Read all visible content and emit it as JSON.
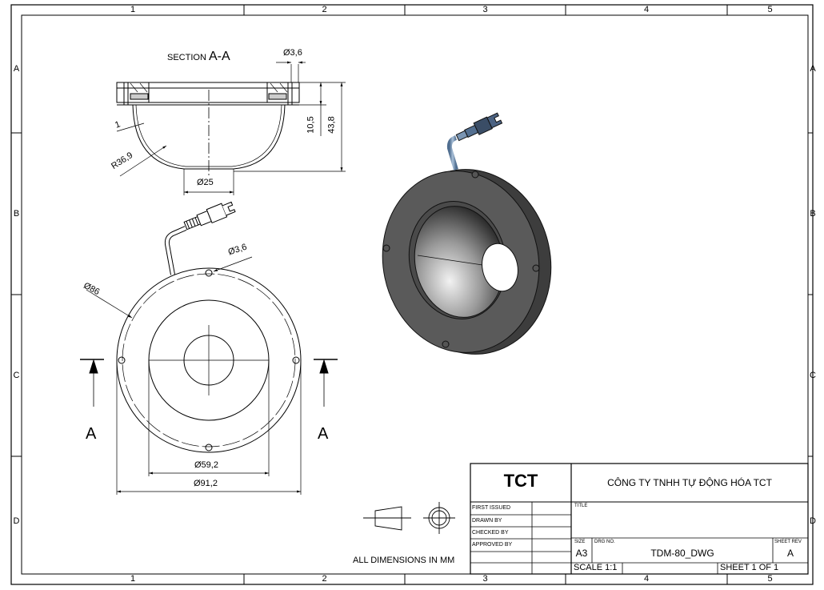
{
  "sheet": {
    "column_zones": [
      "1",
      "2",
      "3",
      "4",
      "5"
    ],
    "row_zones": [
      "A",
      "B",
      "C",
      "D"
    ]
  },
  "section_view": {
    "title_prefix": "SECTION",
    "title_name": "A-A",
    "dims": {
      "hole_dia": "Ø3,6",
      "wall_thickness": "1",
      "radius": "R36,9",
      "bottom_dia": "Ø25",
      "flange_height": "10,5",
      "total_height": "43,8"
    }
  },
  "front_view": {
    "dims": {
      "pcd_dia": "Ø86",
      "hole_dia": "Ø3,6",
      "inner_dia": "Ø59,2",
      "outer_dia": "Ø91,2"
    },
    "section_marker_left": "A",
    "section_marker_right": "A"
  },
  "isometric_view": {
    "body_color": "#5a5a5a",
    "cable_color": "#7a95b3"
  },
  "projection_note": "ALL DIMENSIONS IN MM",
  "title_block": {
    "logo": "TCT",
    "company": "CÔNG TY TNHH TỰ ĐỘNG HÓA TCT",
    "rows": [
      "FIRST ISSUED",
      "DRAWN BY",
      "CHECKED BY",
      "APPROVED BY"
    ],
    "title_label": "TITLE",
    "size_label": "SIZE",
    "size_value": "A3",
    "drg_label": "DRG NO.",
    "drg_value": "TDM-80_DWG",
    "rev_label": "SHEET REV",
    "rev_value": "A",
    "scale": "SCALE 1:1",
    "sheet": "SHEET 1 OF 1"
  }
}
